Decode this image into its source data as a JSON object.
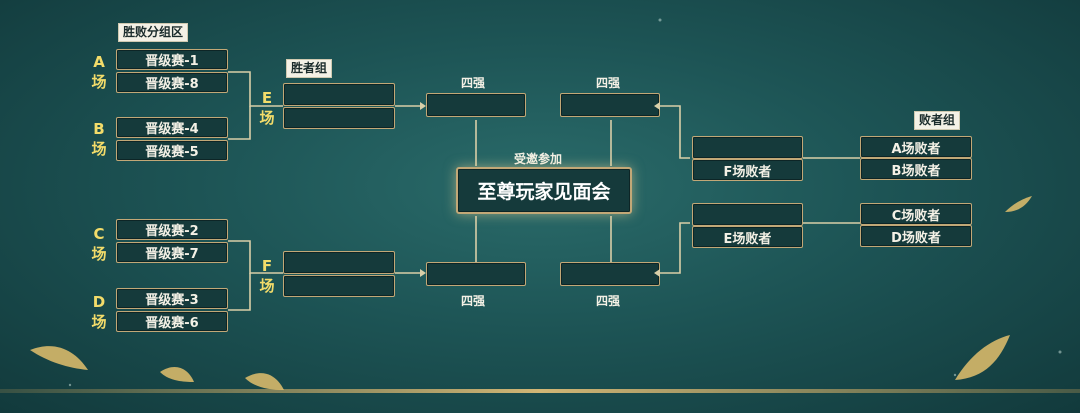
{
  "headers": {
    "winners_bracket": "胜败分组区",
    "winners_group": "胜者组",
    "losers_group": "败者组"
  },
  "venues": {
    "A": [
      "A",
      "场"
    ],
    "B": [
      "B",
      "场"
    ],
    "C": [
      "C",
      "场"
    ],
    "D": [
      "D",
      "场"
    ],
    "E": [
      "E",
      "场"
    ],
    "F": [
      "F",
      "场"
    ]
  },
  "matches": [
    "晋级赛-1",
    "晋级赛-8",
    "晋级赛-4",
    "晋级赛-5",
    "晋级赛-2",
    "晋级赛-7",
    "晋级赛-3",
    "晋级赛-6"
  ],
  "top4": "四强",
  "invite": "受邀参加",
  "final": "至尊玩家见面会",
  "losers": {
    "F": "F场败者",
    "E": "E场败者",
    "A": "A场败者",
    "B": "B场败者",
    "C": "C场败者",
    "D": "D场败者"
  }
}
